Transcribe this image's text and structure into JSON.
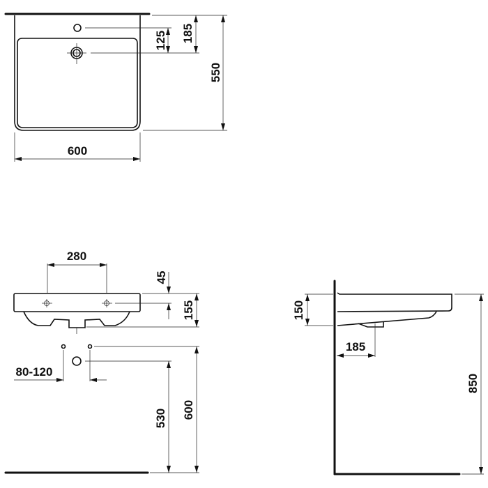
{
  "drawing": {
    "top_view": {
      "width": "600",
      "depth": "550",
      "tap_hole_offset": "185",
      "drain_offset": "125"
    },
    "front_view": {
      "tap_spacing": "280",
      "tap_hole_height": "45",
      "basin_height": "155",
      "supply_spacing": "80-120",
      "drain_height": "530",
      "supply_height": "600"
    },
    "side_view": {
      "basin_thickness": "150",
      "drain_from_wall": "185",
      "rim_height": "850"
    }
  },
  "colors": {
    "line": "#111111",
    "background": "#ffffff"
  }
}
